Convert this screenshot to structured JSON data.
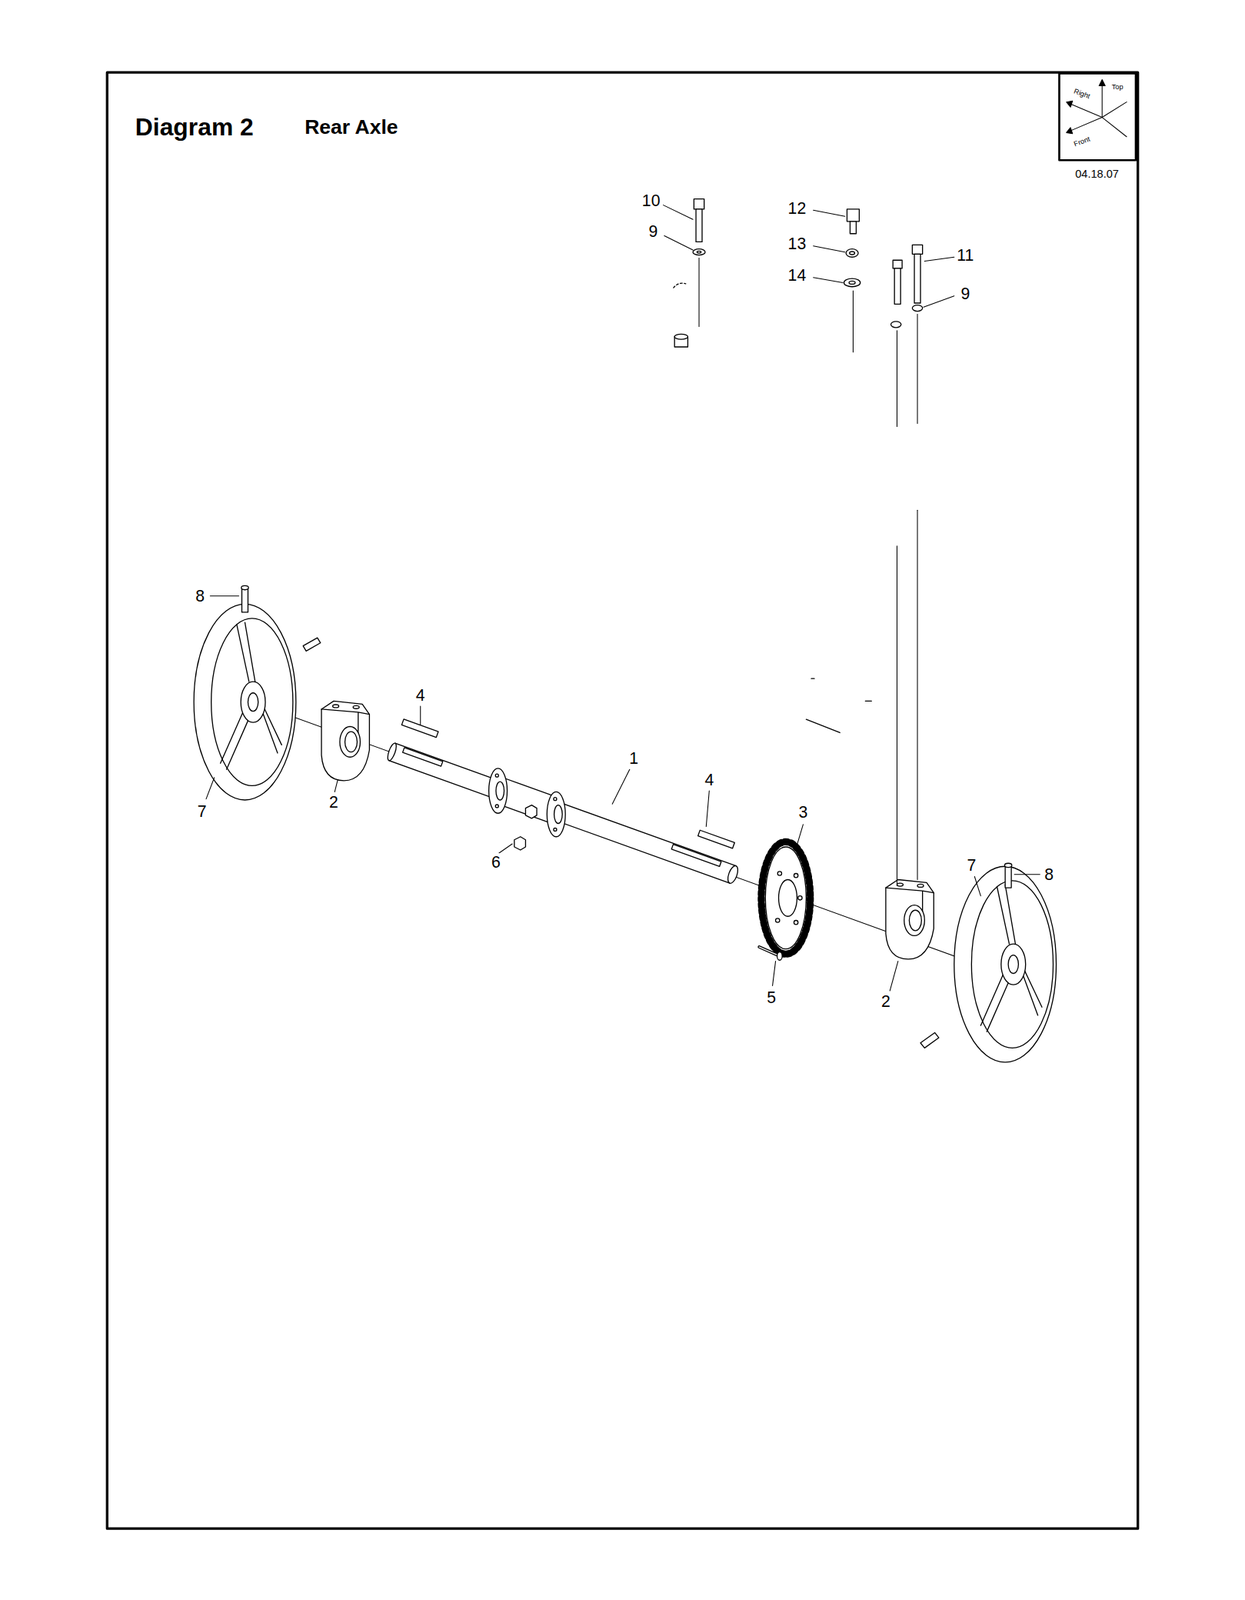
{
  "diagram": {
    "title": "Diagram 2",
    "labels": [
      "Rear Axle",
      "Top",
      "Right",
      "Front",
      "04.18.07",
      "10",
      "9",
      "12",
      "13",
      "14",
      "11",
      "9",
      "8",
      "4",
      "7",
      "2",
      "1",
      "4",
      "6",
      "3",
      "7",
      "8",
      "5",
      "2"
    ]
  }
}
